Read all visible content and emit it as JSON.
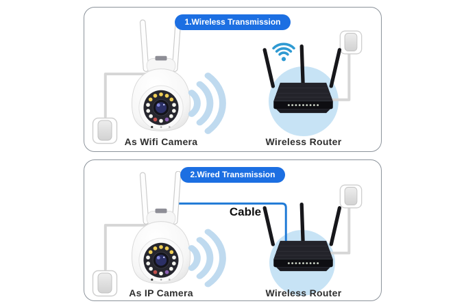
{
  "panels": [
    {
      "badge": "1.Wireless Transmission",
      "camera_label": "As Wifi Camera",
      "router_label": "Wireless Router"
    },
    {
      "badge": "2.Wired Transmission",
      "cable_label": "Cable",
      "camera_label": "As IP Camera",
      "router_label": "Wireless Router"
    }
  ],
  "colors": {
    "badge_bg": "#1c6fe2",
    "badge_text": "#ffffff",
    "wifi_icon": "#2f9ad2",
    "wave": "#bcd9ef",
    "router_halo": "#c7e3f5",
    "cable": "#1f7ad6",
    "cord": "#d6d6d6",
    "label_text": "#2e2e2e",
    "panel_border": "#8b929a"
  }
}
